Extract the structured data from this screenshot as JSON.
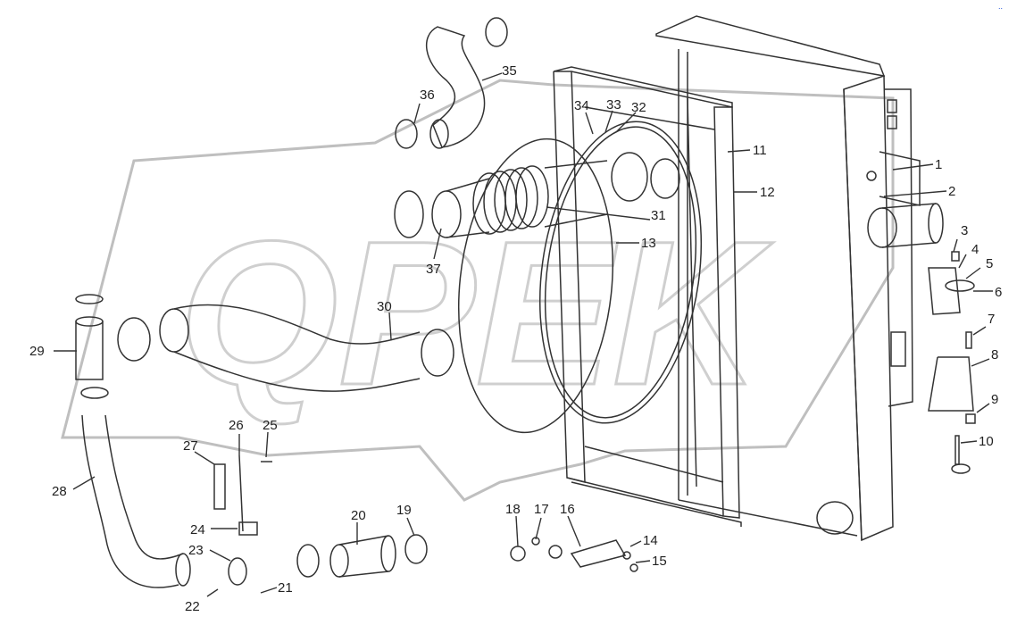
{
  "diagram": {
    "watermark": "QPEK",
    "corner_mark": "..",
    "callouts": [
      "1",
      "2",
      "3",
      "4",
      "5",
      "6",
      "7",
      "8",
      "9",
      "10",
      "11",
      "12",
      "13",
      "14",
      "15",
      "16",
      "17",
      "18",
      "19",
      "20",
      "21",
      "22",
      "23",
      "24",
      "25",
      "26",
      "27",
      "28",
      "29",
      "30",
      "31",
      "32",
      "33",
      "34",
      "35",
      "36",
      "37"
    ]
  }
}
